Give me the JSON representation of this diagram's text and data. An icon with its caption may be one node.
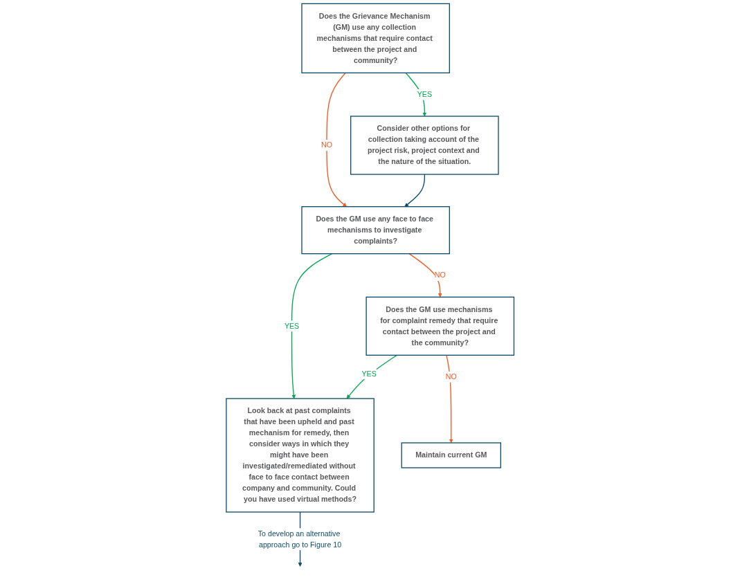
{
  "diagram": {
    "nodes": [
      {
        "text": [
          "Does the Grievance Mechanism (GM) use any collection mechanisms that require contact between the project and community?"
        ]
      },
      {
        "text": [
          "Does the GM use any face to face mechanisms to investigate complaints?"
        ]
      },
      {
        "text": [
          "Consider other options for collection taking account of the project risk, project context and the nature of the situation."
        ]
      },
      {
        "text": [
          "Does the GM use mechanisms for complaint remedy that require contact between the project and the community?"
        ]
      },
      {
        "text": [
          "Look back at past complaints that have been upheld and past mechanism for remedy, then consider ways in which they might have been investigated/remediated without face to face contact between company and community. Could you have used virtual methods?"
        ]
      },
      {
        "text": [
          "Maintain current GM"
        ]
      }
    ],
    "edges": [
      {
        "from": 0,
        "to": 1,
        "arrow": "to",
        "label": "NO",
        "color": "#f15a22"
      },
      {
        "from": 0,
        "to": 2,
        "arrow": "to",
        "label": "YES",
        "color": "#00a651"
      },
      {
        "from": 2,
        "to": 1,
        "arrow": "to",
        "color": "#0e4c6b"
      },
      {
        "from": 1,
        "to": 3,
        "arrow": "to",
        "label": "NO",
        "color": "#f15a22"
      },
      {
        "from": 1,
        "to": 4,
        "arrow": "to",
        "label": "YES",
        "color": "#00a651"
      },
      {
        "from": 3,
        "to": 5,
        "arrow": "to",
        "label": "NO",
        "color": "#f15a22"
      },
      {
        "from": 3,
        "to": 4,
        "arrow": "to",
        "label": "YES",
        "color": "#00a651"
      },
      {
        "from": 4,
        "to": null,
        "arrow": "to",
        "label": "To develop an alternative approach go to Figure 10",
        "color": "#0e4c6b"
      }
    ]
  }
}
